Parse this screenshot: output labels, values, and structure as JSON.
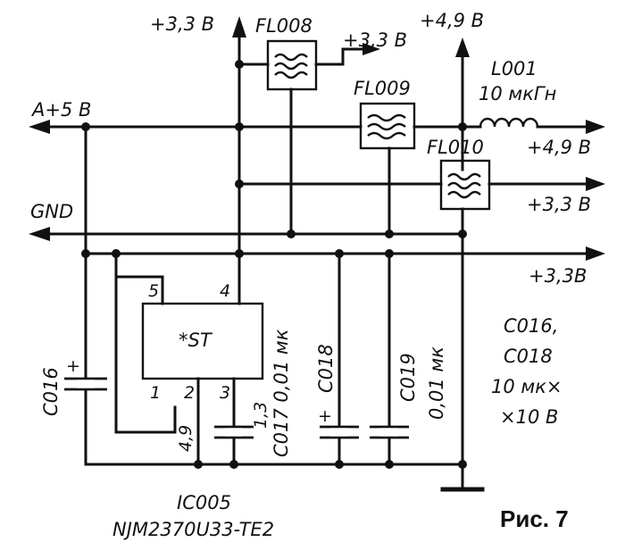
{
  "rails": {
    "top_supply": "+3,3 В",
    "top_supply_2": "+4,9 В",
    "input": "A+5 В",
    "ground": "GND",
    "out_fl008": "+3,3 В",
    "out_l001": "+4,9 В",
    "out_fl010": "+3,3 В",
    "out_main": "+3,3В"
  },
  "filters": {
    "fl008": "FL008",
    "fl009": "FL009",
    "fl010": "FL010"
  },
  "inductor": {
    "ref": "L001",
    "value": "10 мкГн"
  },
  "ic": {
    "ref": "IC005",
    "part": "NJM2370U33-TE2",
    "marking": "*ST",
    "pins": [
      "5",
      "4",
      "1",
      "2",
      "3"
    ],
    "pin_voltages": {
      "pin1": "4,9",
      "pin3": "1,3"
    }
  },
  "capacitors": {
    "c016": "C016",
    "c017": "C017 0,01 мк",
    "c018": "C018",
    "c019": "C019",
    "c019_value": "0,01 мк"
  },
  "notes": {
    "line1": "C016,",
    "line2": "C018",
    "line3": "10 мк×",
    "line4": "×10 В"
  },
  "figure_label": "Рис. 7"
}
